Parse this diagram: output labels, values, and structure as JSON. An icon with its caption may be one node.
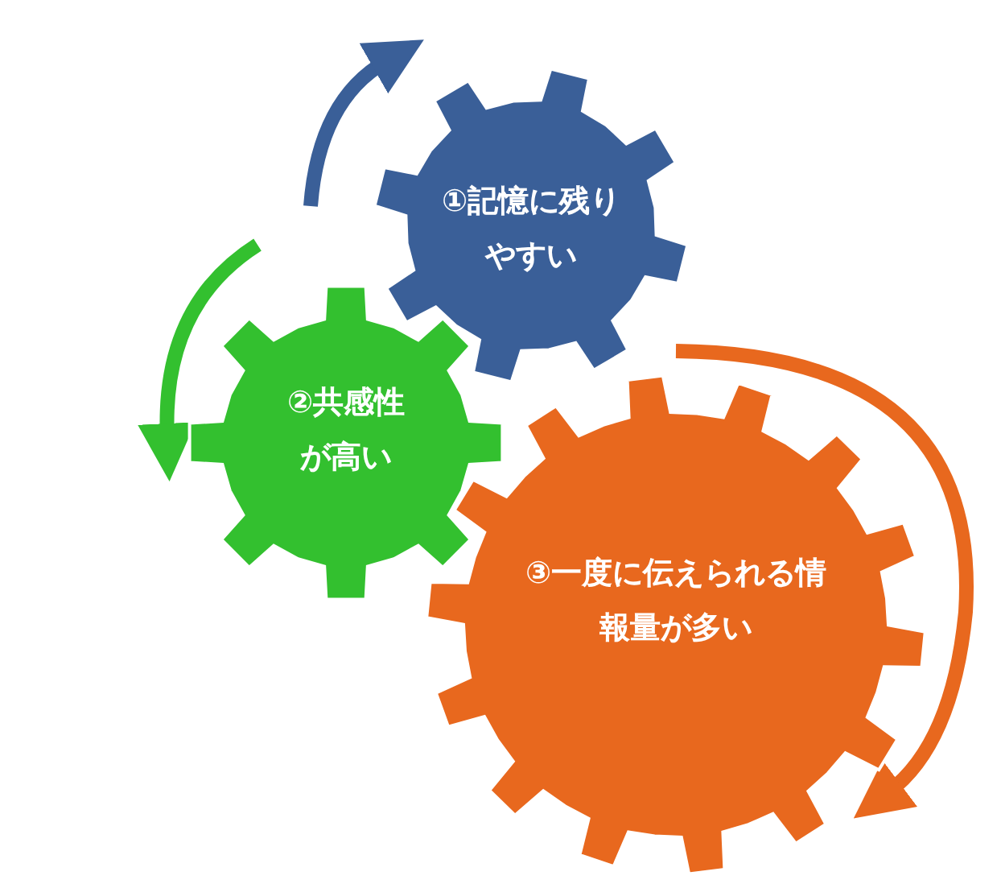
{
  "diagram": {
    "nodes": [
      {
        "text": [
          "①記憶に残りやすい"
        ]
      },
      {
        "text": [
          "②共感性が高い"
        ]
      },
      {
        "text": [
          "③一度に伝えられる情報量が多い"
        ]
      }
    ]
  }
}
